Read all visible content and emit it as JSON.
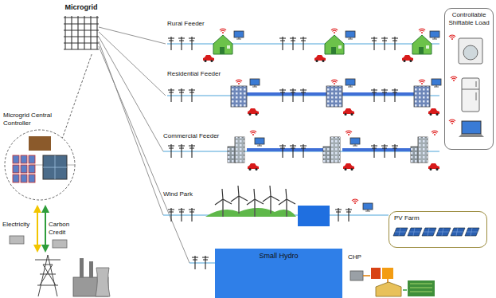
{
  "diagram": {
    "nodes": [
      {
        "text": [
          "Microgrid"
        ]
      },
      {
        "text": [
          "Microgrid Central Controller"
        ]
      },
      {
        "text": [
          "Controllable Shiftable Load"
        ]
      },
      {
        "text": [
          "PV Farm"
        ]
      },
      {
        "text": [
          "Small Hydro"
        ]
      }
    ],
    "edges": [
      {
        "from": 0,
        "to": 1,
        "arrow": "none"
      }
    ],
    "labels": [
      "Rural Feeder",
      "Residential Feeder",
      "Commercial Feeder",
      "Wind Park",
      "CHP",
      "Electricity",
      "Carbon Credit"
    ]
  }
}
